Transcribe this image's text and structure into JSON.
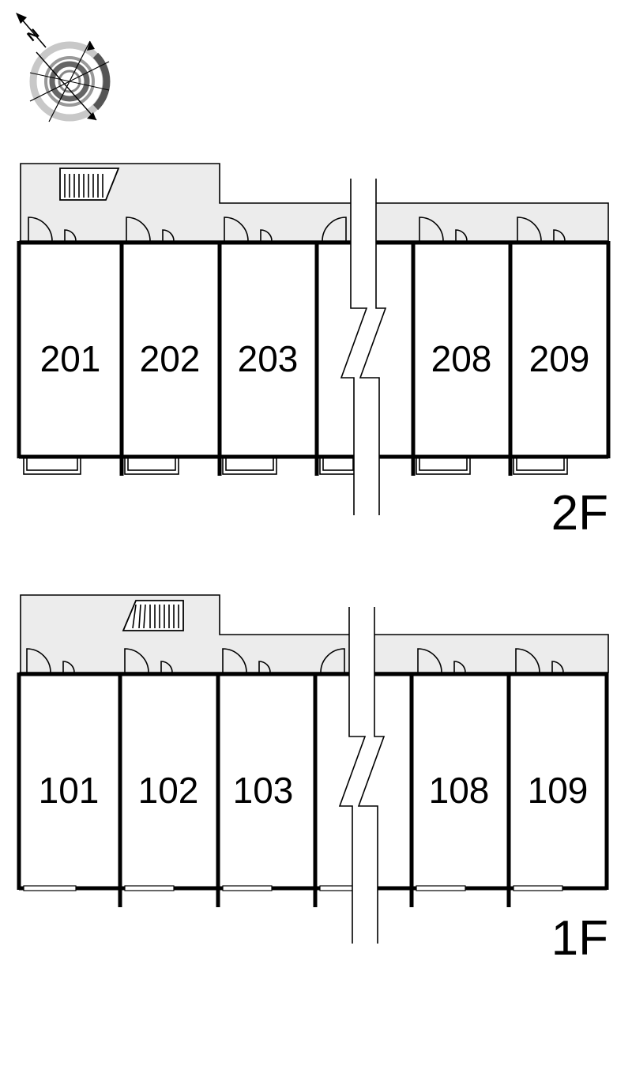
{
  "compass": {
    "north_label": "N",
    "icon": "compass-rose-icon"
  },
  "floors": [
    {
      "label": "2F",
      "units": [
        "201",
        "202",
        "203",
        "208",
        "209"
      ]
    },
    {
      "label": "1F",
      "units": [
        "101",
        "102",
        "103",
        "108",
        "109"
      ]
    }
  ],
  "colors": {
    "corridor": "#ececec",
    "lines": "#000000",
    "background": "#ffffff"
  }
}
